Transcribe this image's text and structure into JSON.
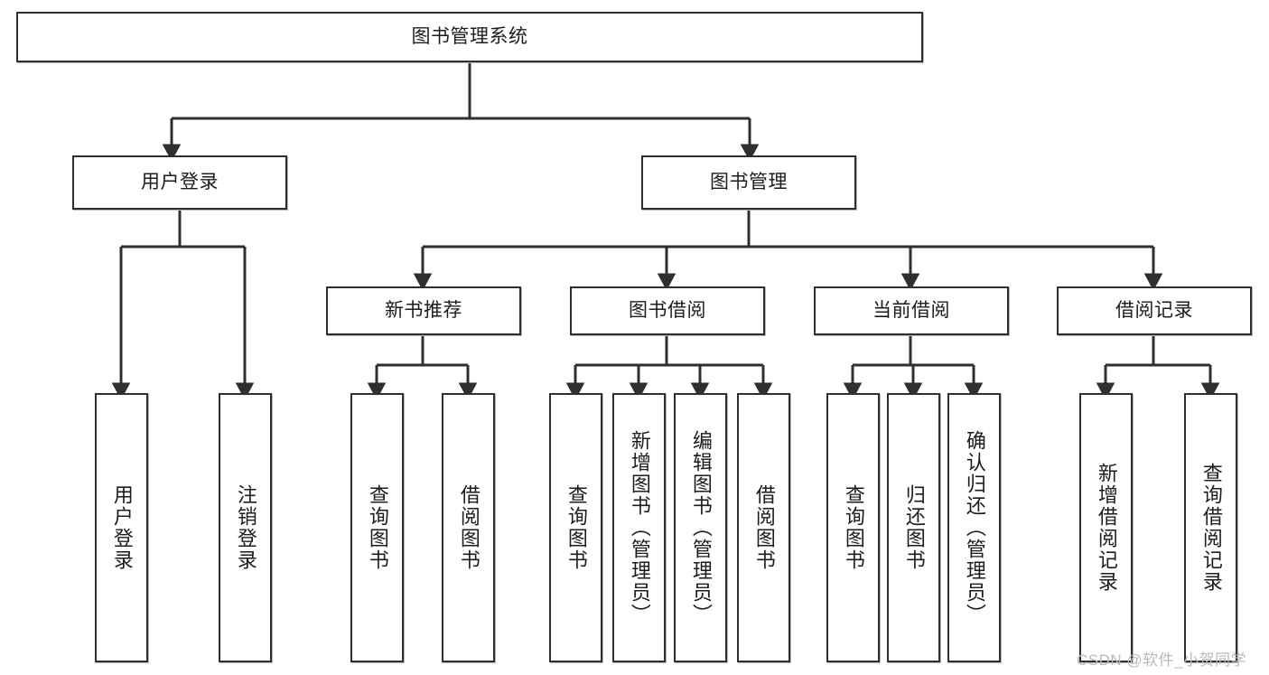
{
  "diagram": {
    "title": "图书管理系统",
    "type": "tree-hierarchy",
    "orientation": "top-down",
    "box_border_color": "#2f2f2f",
    "box_fill_color": "#ffffff",
    "edge_color": "#2f2f2f",
    "text_color": "#1c1c1c"
  },
  "watermark": {
    "text": "CSDN @软件_小贺同学",
    "color": "#b9b9b9"
  },
  "nodes": {
    "root": {
      "label": "图书管理系统"
    },
    "level2": [
      {
        "label": "用户登录"
      },
      {
        "label": "图书管理"
      }
    ],
    "level3": [
      {
        "label": "新书推荐"
      },
      {
        "label": "图书借阅"
      },
      {
        "label": "当前借阅"
      },
      {
        "label": "借阅记录"
      }
    ],
    "leaves": {
      "user_login": [
        {
          "label": "用户登录"
        },
        {
          "label": "注销登录"
        }
      ],
      "new_book_recommend": [
        {
          "label": "查询图书"
        },
        {
          "label": "借阅图书"
        }
      ],
      "book_borrow": [
        {
          "label": "查询图书"
        },
        {
          "label": "新增图书（管理员）"
        },
        {
          "label": "编辑图书（管理员）"
        },
        {
          "label": "借阅图书"
        }
      ],
      "current_borrow": [
        {
          "label": "查询图书"
        },
        {
          "label": "归还图书"
        },
        {
          "label": "确认归还（管理员）"
        }
      ],
      "borrow_record": [
        {
          "label": "新增借阅记录"
        },
        {
          "label": "查询借阅记录"
        }
      ]
    }
  }
}
